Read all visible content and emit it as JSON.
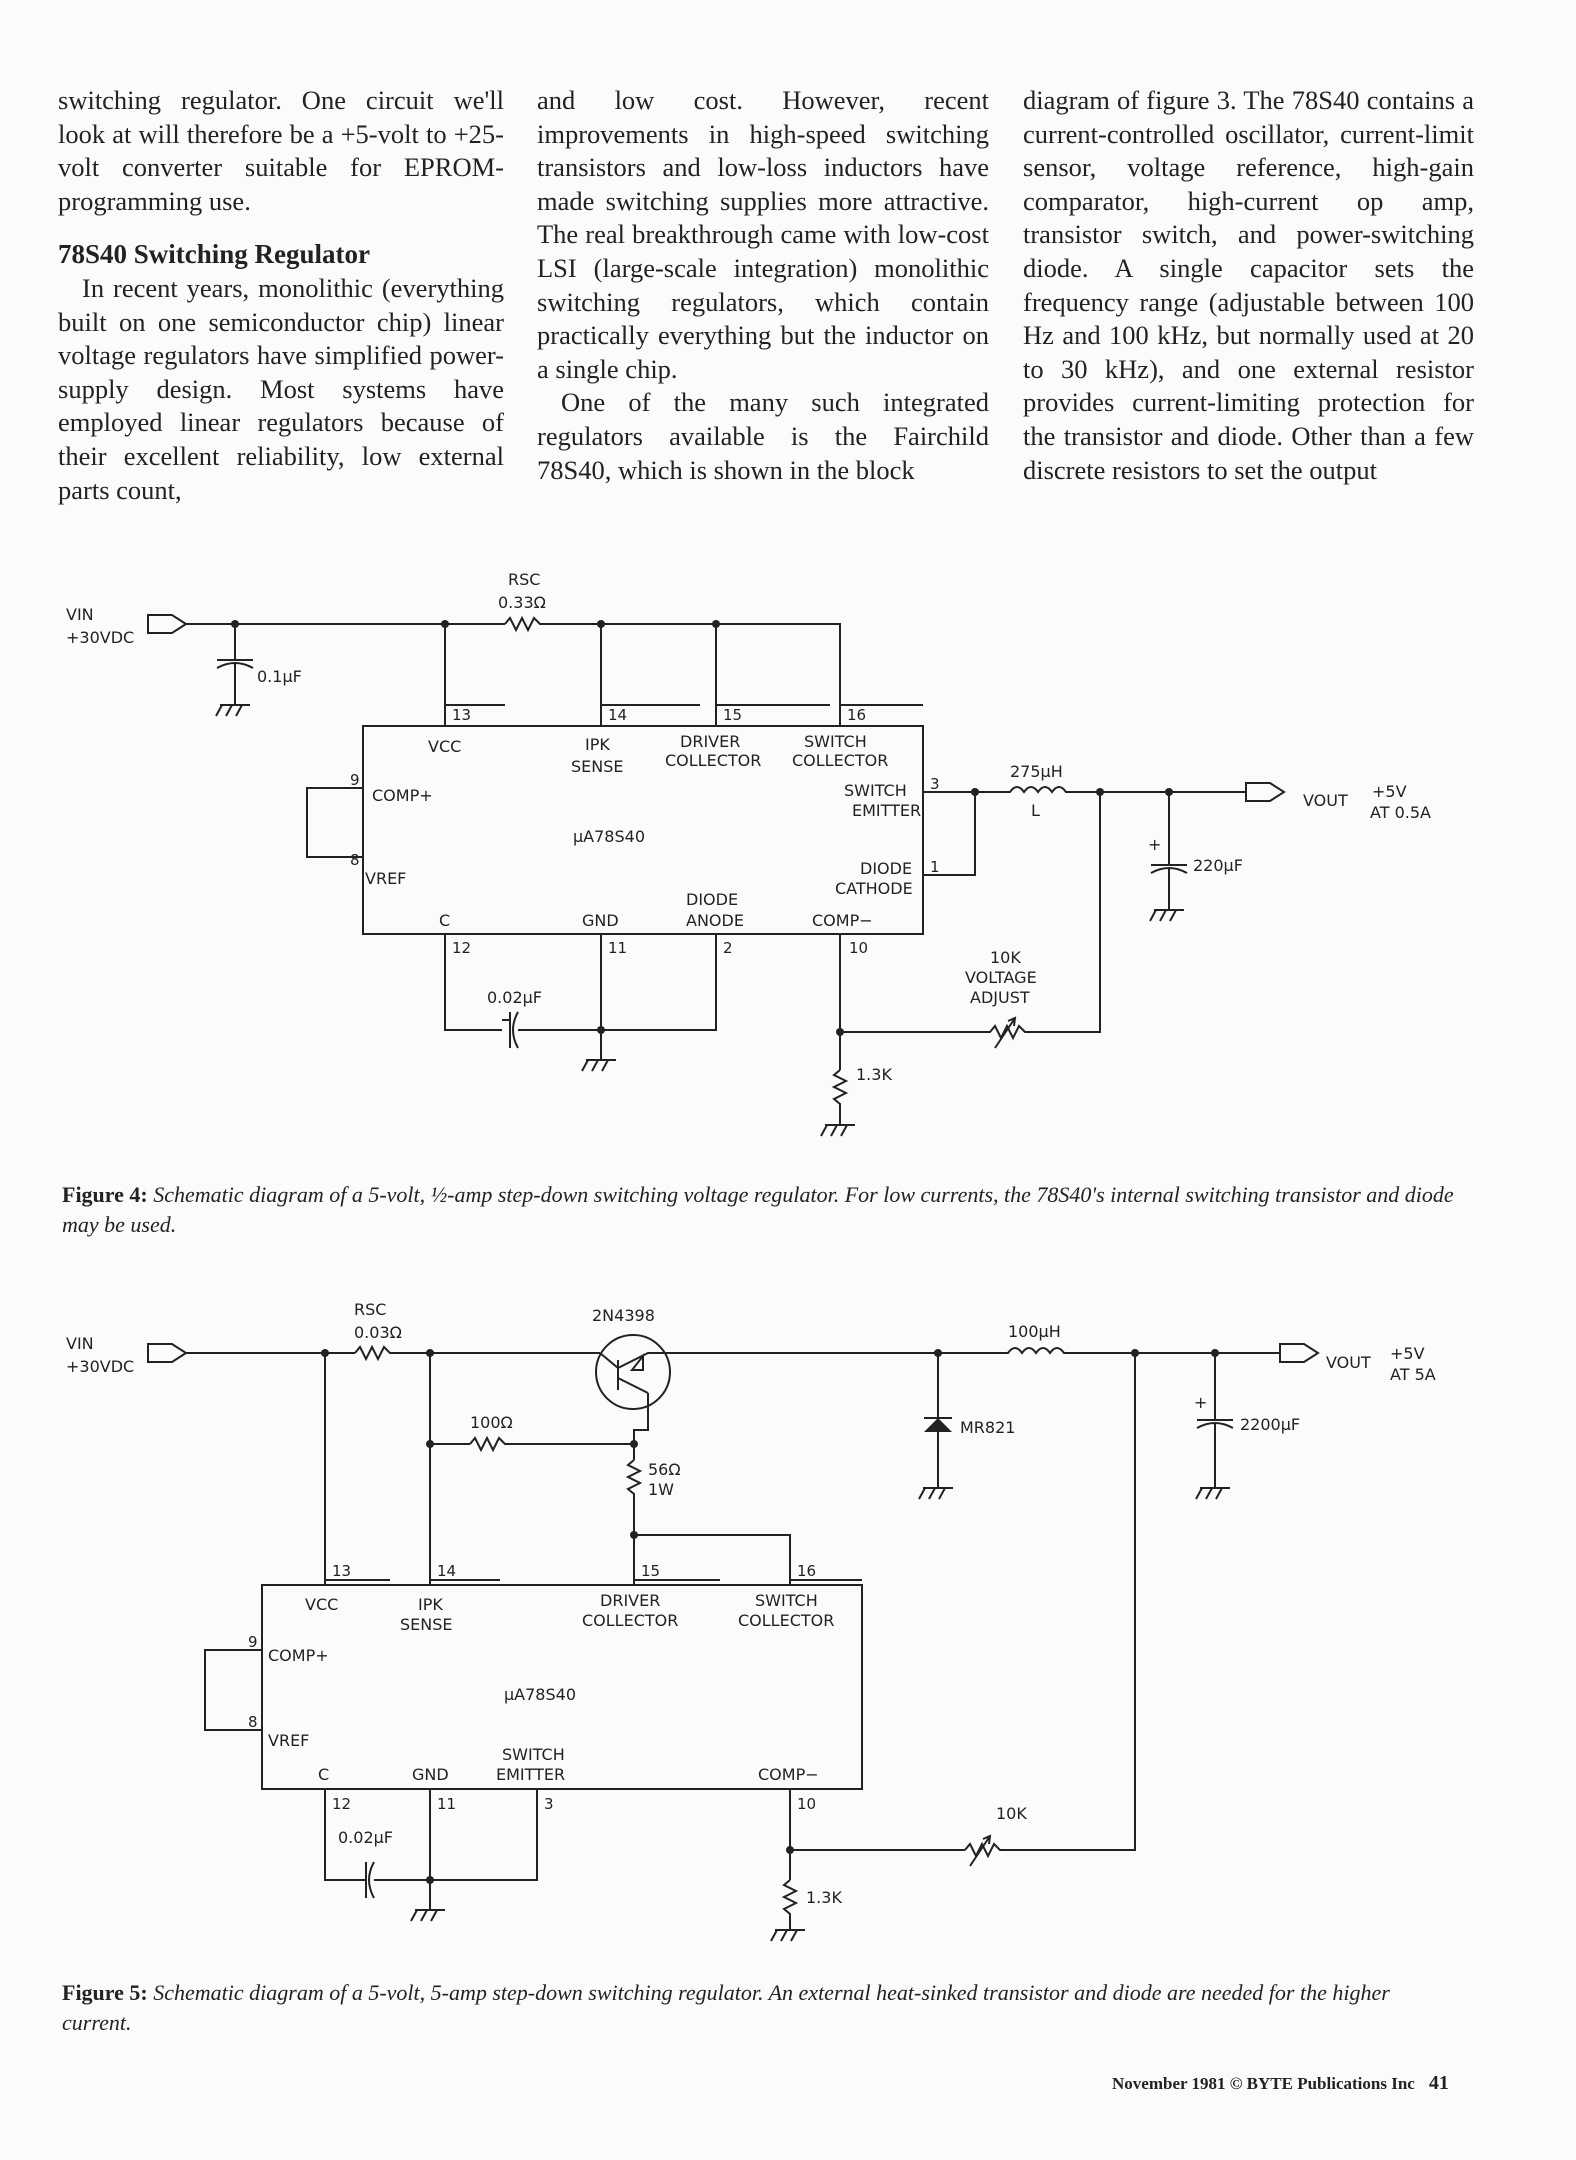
{
  "columns": {
    "c1": {
      "p1": "switching regulator. One circuit we'll look at will therefore be a +5-volt to +25-volt converter suitable for EPROM-programming use.",
      "heading": "78S40 Switching Regulator",
      "p2": "In recent years, monolithic (everything built on one semiconductor chip) linear voltage regulators have simplified power-supply design. Most systems have employed linear regulators because of their excellent reliability, low external parts count,"
    },
    "c2": {
      "p1": "and low cost. However, recent improvements in high-speed switching transistors and low-loss inductors have made switching supplies more attractive. The real breakthrough came with low-cost LSI (large-scale integration) monolithic switching regulators, which contain practically everything but the inductor on a single chip.",
      "p2": "One of the many such integrated regulators available is the Fairchild 78S40, which is shown in the block"
    },
    "c3": {
      "p1": "diagram of figure 3. The 78S40 contains a current-controlled oscillator, current-limit sensor, voltage reference, high-gain comparator, high-current op amp, transistor switch, and power-switching diode. A single capacitor sets the frequency range (adjustable between 100 Hz and 100 kHz, but normally used at 20 to 30 kHz), and one external resistor provides current-limiting protection for the transistor and diode. Other than a few discrete resistors to set the output"
    }
  },
  "fig4": {
    "vin": "VIN",
    "vin_val": "+30VDC",
    "rsc": "RSC",
    "rsc_val": "0.33Ω",
    "c_in": "0.1μF",
    "pins": {
      "p13": "13",
      "p14": "14",
      "p15": "15",
      "p16": "16",
      "p9": "9",
      "p8": "8",
      "p3": "3",
      "p1": "1",
      "p12": "12",
      "p11": "11",
      "p2": "2",
      "p10": "10"
    },
    "vcc": "VCC",
    "ipk1": "IPK",
    "ipk2": "SENSE",
    "drv1": "DRIVER",
    "drv2": "COLLECTOR",
    "sw1": "SWITCH",
    "sw2": "COLLECTOR",
    "comp_plus": "COMP+",
    "swe1": "SWITCH",
    "swe2": "EMITTER",
    "chip": "μA78S40",
    "vref": "VREF",
    "dc1": "DIODE",
    "dc2": "CATHODE",
    "da1": "DIODE",
    "da2": "ANODE",
    "c": "C",
    "gnd": "GND",
    "comp_minus": "COMP−",
    "ind": "275μH",
    "ind_l": "L",
    "c_out": "220μF",
    "vout": "VOUT",
    "vout_v": "+5V",
    "vout_a": "AT 0.5A",
    "pot1": "10K",
    "pot2": "VOLTAGE",
    "pot3": "ADJUST",
    "c_t": "0.02μF",
    "r_low": "1.3K"
  },
  "caption4": {
    "label": "Figure 4:",
    "text": "Schematic diagram of a 5-volt, ½-amp step-down switching voltage regulator. For low currents, the 78S40's internal switching transistor and diode may be used."
  },
  "fig5": {
    "vin": "VIN",
    "vin_val": "+30VDC",
    "rsc": "RSC",
    "rsc_val": "0.03Ω",
    "q": "2N4398",
    "ind": "100μH",
    "vout": "VOUT",
    "vout_v": "+5V",
    "vout_a": "AT 5A",
    "r100": "100Ω",
    "r56a": "56Ω",
    "r56b": "1W",
    "diode": "MR821",
    "c_out": "2200μF",
    "pins": {
      "p13": "13",
      "p14": "14",
      "p15": "15",
      "p16": "16",
      "p9": "9",
      "p8": "8",
      "p12": "12",
      "p11": "11",
      "p3": "3",
      "p10": "10"
    },
    "vcc": "VCC",
    "ipk1": "IPK",
    "ipk2": "SENSE",
    "drv1": "DRIVER",
    "drv2": "COLLECTOR",
    "sw1": "SWITCH",
    "sw2": "COLLECTOR",
    "comp_plus": "COMP+",
    "chip": "μA78S40",
    "vref": "VREF",
    "swe1": "SWITCH",
    "swe2": "EMITTER",
    "c": "C",
    "gnd": "GND",
    "comp_minus": "COMP−",
    "c_t": "0.02μF",
    "pot": "10K",
    "r_low": "1.3K"
  },
  "caption5": {
    "label": "Figure 5:",
    "text": "Schematic diagram of a 5-volt, 5-amp step-down switching regulator. An external heat-sinked transistor and diode are needed for the higher current."
  },
  "footer": {
    "text": "November 1981 © BYTE Publications Inc",
    "page": "41"
  }
}
